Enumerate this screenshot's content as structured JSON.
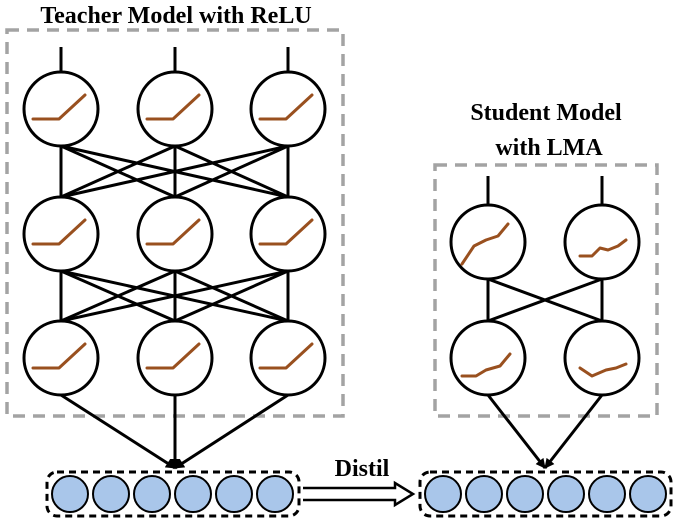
{
  "teacher": {
    "title": "Teacher Model with ReLU",
    "activation": "relu",
    "layers": 3,
    "neurons_per_layer": 3
  },
  "student": {
    "title_line1": "Student Model",
    "title_line2": "with LMA",
    "activation": "lma",
    "layers": 2,
    "neurons_per_layer": 2
  },
  "distil_label": "Distil",
  "output_nodes_per_model": 6,
  "colors": {
    "activation_curve": "#99501f",
    "output_node_fill": "#a9c6ea",
    "group_border": "#a3a3a3",
    "line": "#000000"
  }
}
